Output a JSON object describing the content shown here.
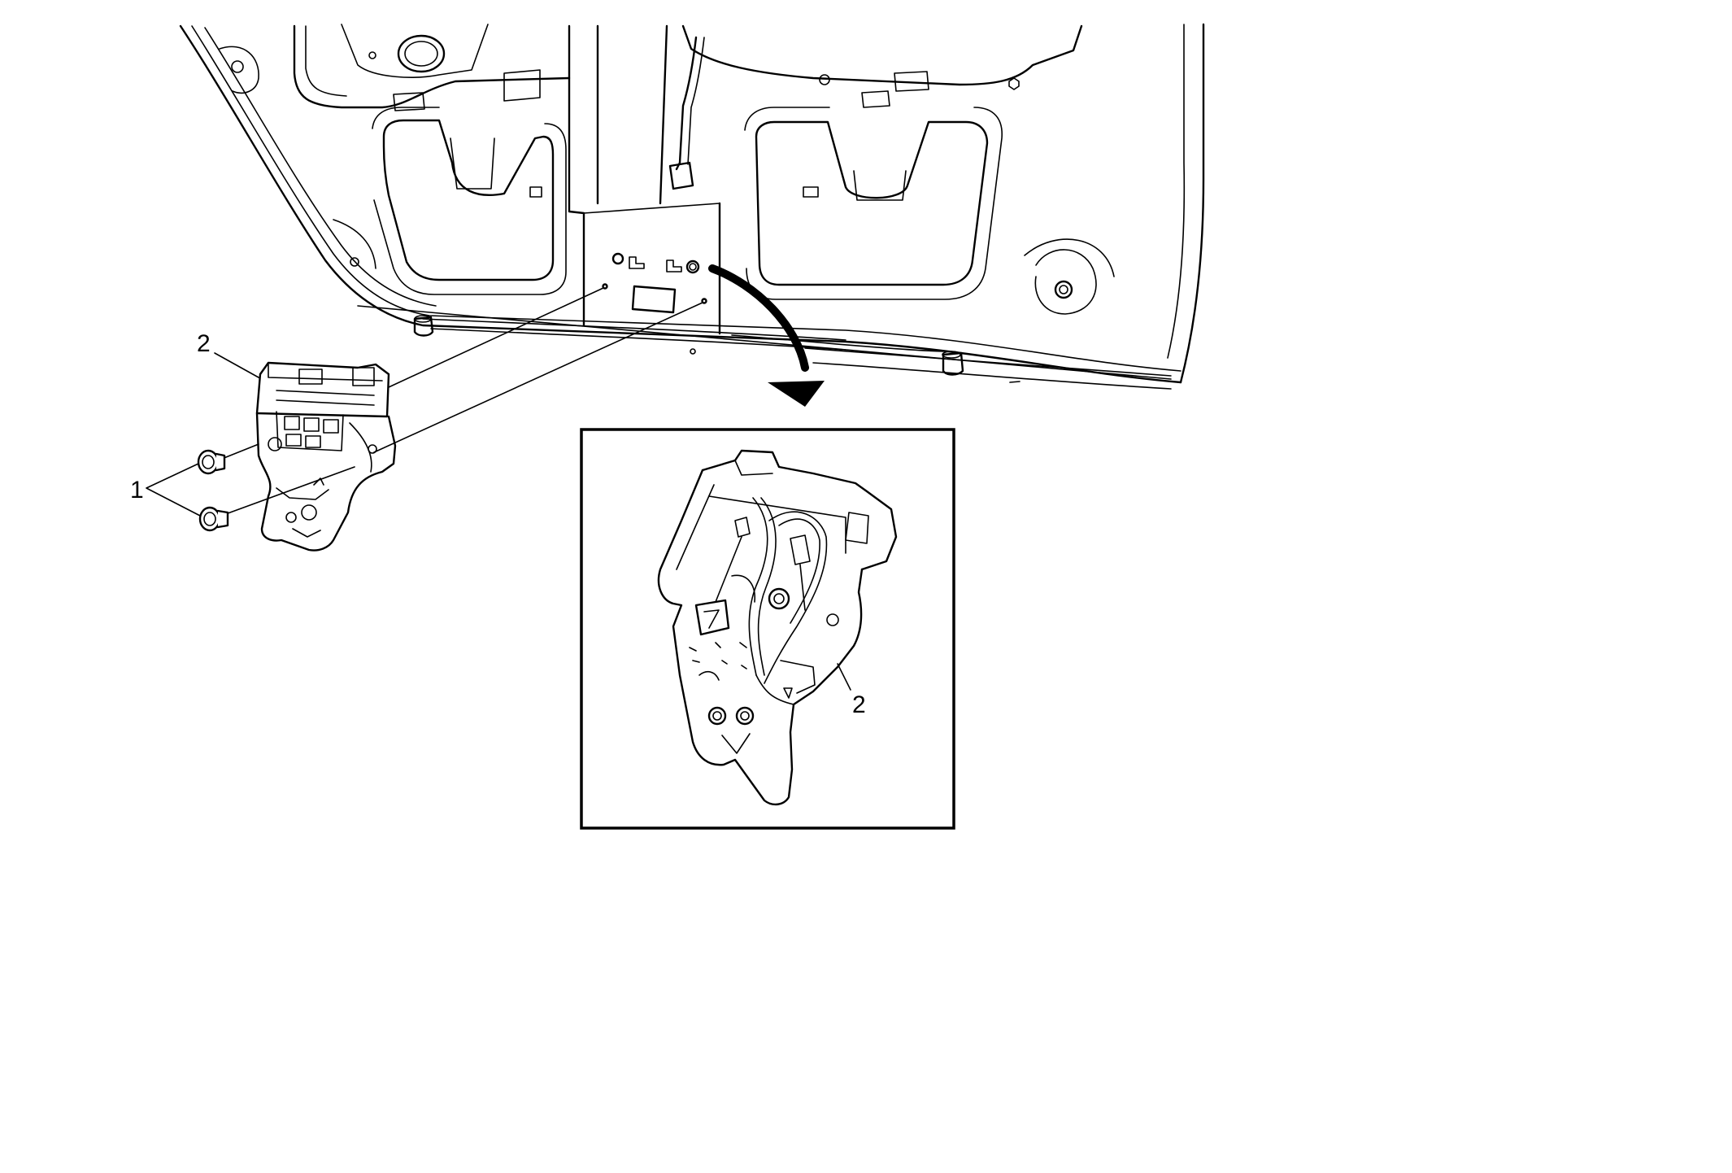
{
  "callouts": {
    "fastener_label": "1",
    "latch_label_main": "2",
    "latch_label_detail": "2"
  },
  "colors": {
    "line": "#000000",
    "background": "#ffffff"
  }
}
